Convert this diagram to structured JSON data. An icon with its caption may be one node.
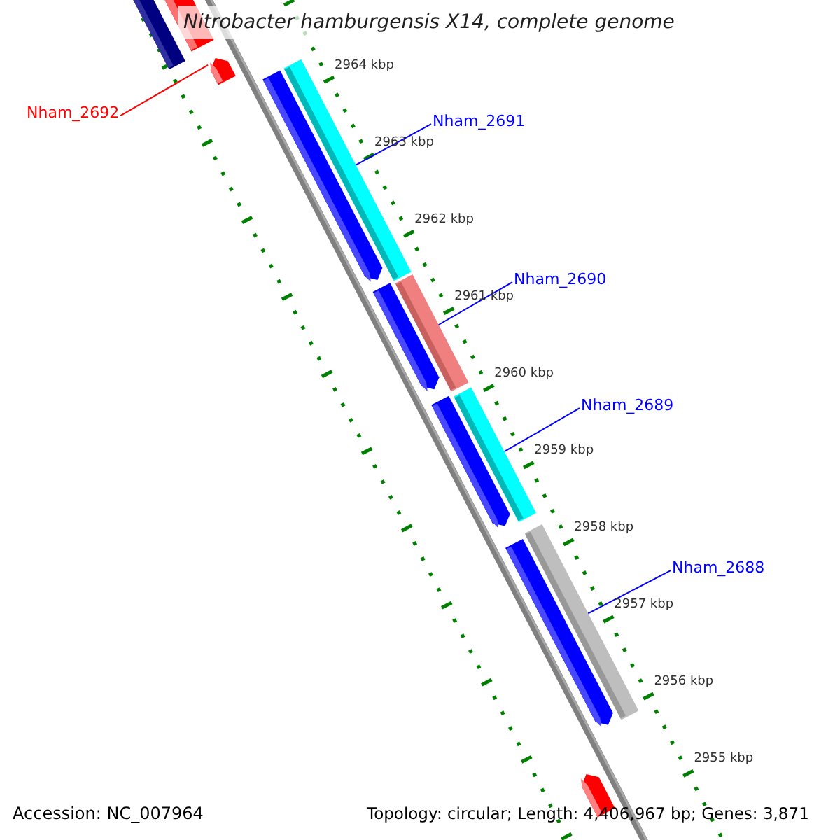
{
  "diagram": {
    "title": "Nitrobacter hamburgensis X14, complete genome",
    "nodes": [
      {
        "text": [
          "Nham_2692"
        ]
      },
      {
        "text": [],
        "shape": "bar"
      },
      {
        "text": [
          "Nham_2691"
        ]
      },
      {
        "text": [],
        "shape": "bar"
      },
      {
        "text": [
          "Nham_2690"
        ]
      },
      {
        "text": [],
        "shape": "bar"
      },
      {
        "text": [
          "Nham_2689"
        ]
      },
      {
        "text": [],
        "shape": "bar"
      },
      {
        "text": [
          "Nham_2688"
        ]
      },
      {
        "text": [],
        "shape": "bar"
      }
    ],
    "edges": [
      {
        "from": 0,
        "to": 1,
        "arrow": "none",
        "color": "#ff0000"
      },
      {
        "from": 2,
        "to": 3,
        "arrow": "none"
      },
      {
        "from": 4,
        "to": 5,
        "arrow": "none"
      },
      {
        "from": 6,
        "to": 7,
        "arrow": "none"
      },
      {
        "from": 8,
        "to": 9,
        "arrow": "none"
      }
    ],
    "labels": [
      "2964 kbp",
      "2963 kbp",
      "2962 kbp",
      "2961 kbp",
      "2960 kbp",
      "2959 kbp",
      "2958 kbp",
      "2957 kbp",
      "2956 kbp",
      "2955 kbp",
      "Accession: NC_007964",
      "Topology: circular; Length: 4,406,967 bp; Genes: 3,871"
    ]
  }
}
